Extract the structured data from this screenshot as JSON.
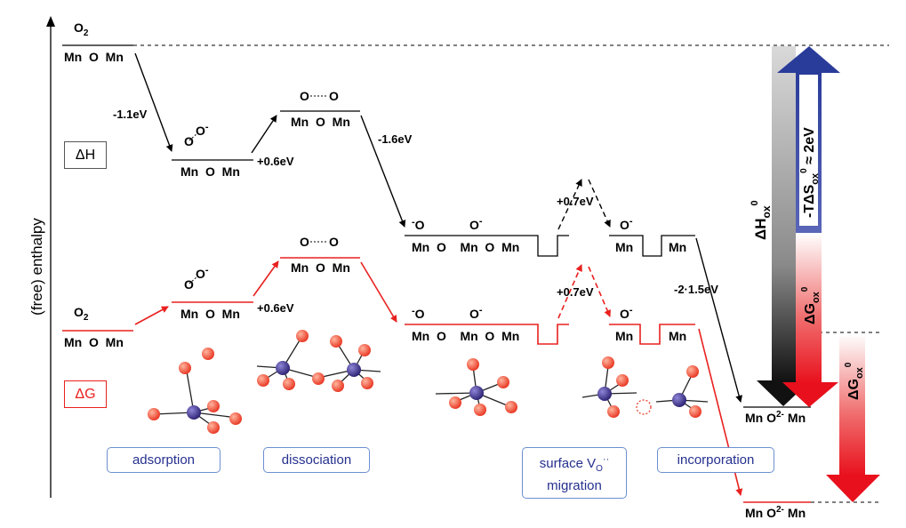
{
  "axis": {
    "label": "(free) enthalpy"
  },
  "legend": {
    "dh": "ΔH",
    "dg": "ΔG"
  },
  "level_labels": {
    "o2": "O",
    "o2_sub": "2",
    "mn_o_mn": "Mn  O  Mn",
    "mn_o_mn_o_mn": "Mn  O    Mn  O  Mn",
    "mn": "Mn",
    "adsorbed_o2": "O",
    "adsorbed_o2_sup": "-",
    "bridged_o2": "O",
    "o_minus": "O",
    "o_minus_sup": "-",
    "final_left": "Mn O",
    "final_sup": "2-",
    "final_right": "Mn"
  },
  "energies": {
    "adsorption": "-1.1eV",
    "dissociation_h": "+0.6eV",
    "dissociation_g": "+0.6eV",
    "after_dissociation": "-1.6eV",
    "migration_h": "+0.7eV",
    "migration_g": "+0.7eV",
    "incorporation": "-2·1.5eV"
  },
  "bars": {
    "dh_total": "ΔH",
    "dh_total_sub": "ox",
    "dh_total_sup": "0",
    "tds": "-TΔS",
    "tds_sub": "ox",
    "tds_sup": "0",
    "tds_value": " ≈ 2eV",
    "dg_inner": "ΔG",
    "dg_inner_sub": "ox",
    "dg_inner_sup": "0",
    "dg_outer": "ΔG",
    "dg_outer_sub": "ox",
    "dg_outer_sup": "0"
  },
  "steps": {
    "adsorption": "adsorption",
    "dissociation": "dissociation",
    "migration_line1_a": "surface V",
    "migration_line1_sub": "O",
    "migration_line1_sup": "··",
    "migration_line2": "migration",
    "incorporation": "incorporation"
  },
  "colors": {
    "enthalpy_path": "#000000",
    "free_energy_path": "#e8211f",
    "manganese_atom": "#3a2f86",
    "oxygen_atom": "#e8331f",
    "step_box_border": "#6d8fd0",
    "step_box_text": "#25308f",
    "entropy_arrow": "#2a3c9a"
  }
}
